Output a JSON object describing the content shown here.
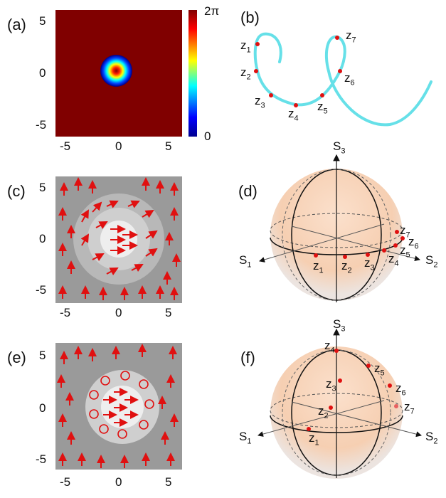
{
  "panels": {
    "a": {
      "label": "(a)",
      "yticks": [
        "5",
        "0",
        "-5"
      ],
      "xticks": [
        "-5",
        "0",
        "5"
      ],
      "colorbar": {
        "max": "2π",
        "min": "0",
        "colors": [
          "#00008f",
          "#0000ff",
          "#00ffff",
          "#ffff00",
          "#ff0000",
          "#800000"
        ]
      }
    },
    "b": {
      "label": "(b)",
      "points": [
        "z1",
        "z2",
        "z3",
        "z4",
        "z5",
        "z6",
        "z7"
      ],
      "curve_color": "#66e0e8",
      "point_color": "#e01010"
    },
    "c": {
      "label": "(c)",
      "yticks": [
        "5",
        "0",
        "-5"
      ],
      "xticks": [
        "-5",
        "0",
        "5"
      ],
      "background": "#9a9a9a",
      "arrow_color": "#e01010"
    },
    "d": {
      "label": "(d)",
      "axes": {
        "s1": "S",
        "s1_sub": "1",
        "s2": "S",
        "s2_sub": "2",
        "s3": "S",
        "s3_sub": "3"
      },
      "points": [
        "z1",
        "z2",
        "z3",
        "z4",
        "z5",
        "z6",
        "z7"
      ]
    },
    "e": {
      "label": "(e)",
      "yticks": [
        "5",
        "0",
        "-5"
      ],
      "xticks": [
        "-5",
        "0",
        "5"
      ]
    },
    "f": {
      "label": "(f)",
      "axes": {
        "s1": "S",
        "s1_sub": "1",
        "s2": "S",
        "s2_sub": "2",
        "s3": "S",
        "s3_sub": "3"
      },
      "points": [
        "z1",
        "z2",
        "z3",
        "z4",
        "z5",
        "z6",
        "z7"
      ]
    }
  }
}
